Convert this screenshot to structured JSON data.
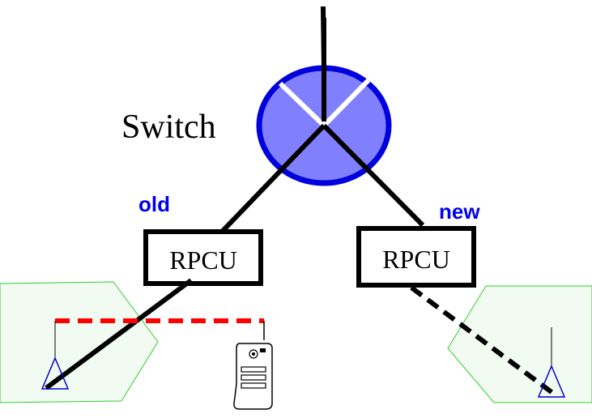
{
  "labels": {
    "switch": "Switch",
    "old": "old",
    "new": "new",
    "rpcu_left": "RPCU",
    "rpcu_right": "RPCU"
  },
  "colors": {
    "switch_fill": "#8080ff",
    "switch_border": "#0000dd",
    "cell_border": "#33cc33",
    "cell_fill": "#f2fbf2",
    "wire": "#000000",
    "radio_link": "#ff0000",
    "antenna": "#0000cc",
    "label_blue": "#0000ee"
  }
}
